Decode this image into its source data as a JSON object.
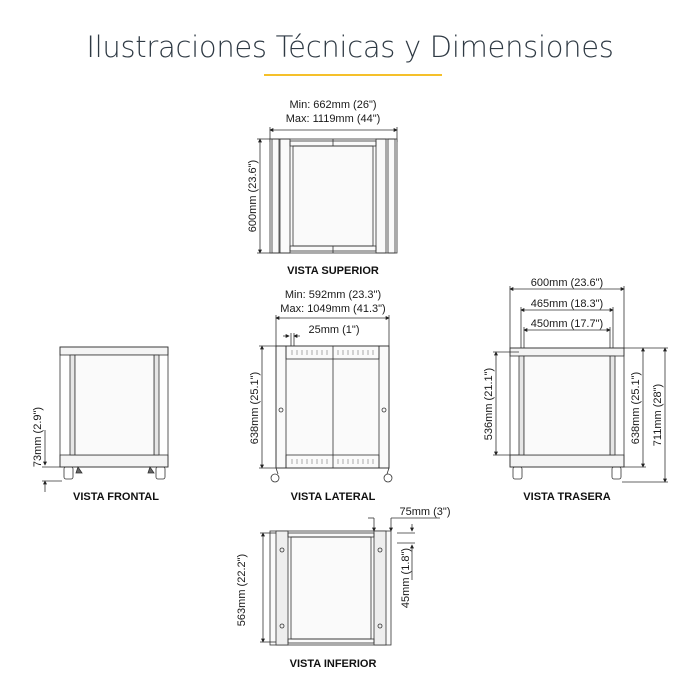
{
  "title": "Ilustraciones Técnicas y Dimensiones",
  "accent_color": "#f5c02a",
  "views": {
    "superior": {
      "label": "VISTA SUPERIOR",
      "width_min": "Min: 662mm (26\")",
      "width_max": "Max: 1119mm (44\")",
      "depth": "600mm (23.6\")"
    },
    "frontal": {
      "label": "VISTA FRONTAL",
      "caster_height": "73mm (2.9\")"
    },
    "lateral": {
      "label": "VISTA LATERAL",
      "width_min": "Min: 592mm (23.3\")",
      "width_max": "Max: 1049mm (41.3\")",
      "slot_pitch": "25mm (1\")",
      "height": "638mm (25.1\")"
    },
    "trasera": {
      "label": "VISTA TRASERA",
      "outer_width": "600mm (23.6\")",
      "rail_outer": "465mm (18.3\")",
      "rail_inner": "450mm (17.7\")",
      "rail_height": "536mm (21.1\")",
      "frame_height": "638mm (25.1\")",
      "total_height": "711mm (28\")"
    },
    "inferior": {
      "label": "VISTA INFERIOR",
      "offset_x": "75mm (3\")",
      "offset_y": "45mm (1.8\")",
      "depth": "563mm (22.2\")"
    }
  }
}
